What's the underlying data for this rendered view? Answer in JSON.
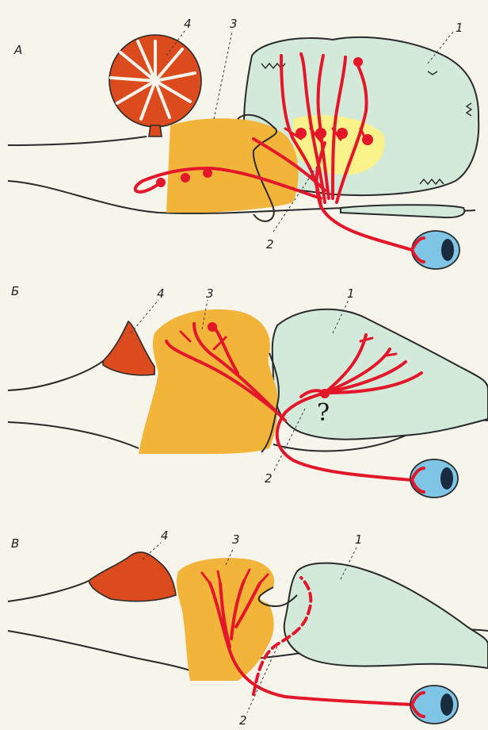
{
  "panels": [
    {
      "letter": "А",
      "labels": {
        "cerebrum": "1",
        "pathway": "2",
        "tectum": "3",
        "olfactory": "4"
      }
    },
    {
      "letter": "Б",
      "labels": {
        "cerebrum": "1",
        "pathway": "2",
        "tectum": "3",
        "olfactory": "4"
      },
      "question_mark": "?"
    },
    {
      "letter": "В",
      "labels": {
        "cerebrum": "1",
        "pathway": "2",
        "tectum": "3",
        "olfactory": "4"
      }
    }
  ],
  "colors": {
    "fiber": "#e4172a",
    "tectum": "#f3b43a",
    "cerebrum": "#d3eadb",
    "olfactory": "#db4b1e",
    "eye": "#7fc6e6"
  }
}
